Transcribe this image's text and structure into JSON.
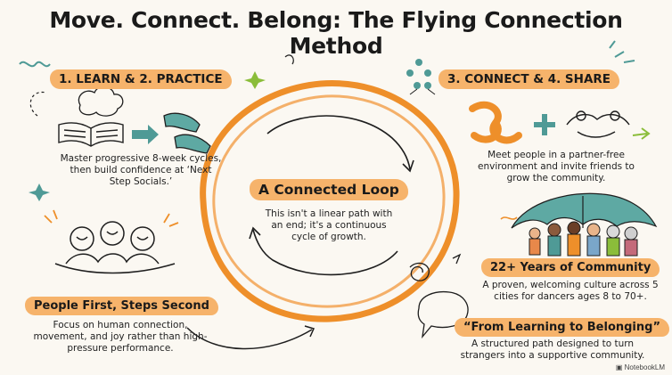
{
  "title": "Move. Connect. Belong: The Flying Connection Method",
  "sections": {
    "learn_practice": {
      "heading": "1. LEARN & 2. PRACTICE",
      "text": "Master progressive 8-week cycles, then build confidence at ‘Next Step Socials.’"
    },
    "connect_share": {
      "heading": "3. CONNECT & 4. SHARE",
      "text": "Meet people in a partner-free environment and invite friends to grow the community."
    },
    "center": {
      "heading": "A Connected Loop",
      "text": "This isn't a linear path with an end; it's a continuous cycle of growth."
    },
    "people_first": {
      "heading": "People First, Steps Second",
      "text": "Focus on human connection, movement, and joy rather than high-pressure performance."
    },
    "years": {
      "heading": "22+ Years of Community",
      "text": "A proven, welcoming culture across 5 cities for dancers ages 8 to 70+."
    },
    "belonging": {
      "heading": "“From Learning to Belonging”",
      "text": "A structured path designed to turn strangers into a supportive community."
    }
  },
  "brand": "NotebookLM",
  "colors": {
    "accent": "#f6b36b",
    "loop": "#ee8f2a",
    "teal": "#4f9a96",
    "ink": "#1e1e1e"
  }
}
